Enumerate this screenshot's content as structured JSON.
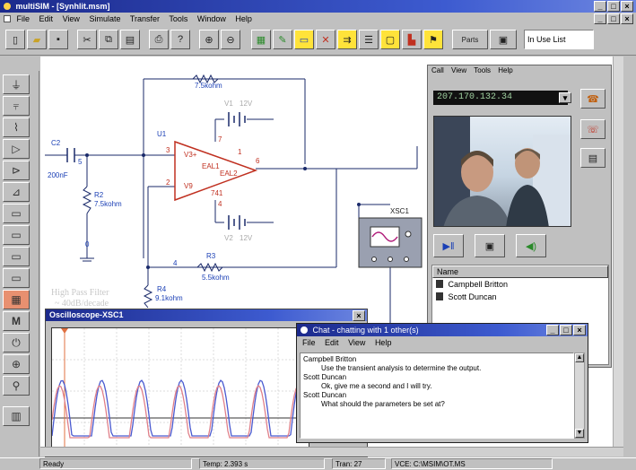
{
  "app": {
    "title": "multiSIM - [Synhlit.msm]",
    "menu": [
      "File",
      "Edit",
      "View",
      "Simulate",
      "Transfer",
      "Tools",
      "Window",
      "Help"
    ],
    "toolbar_parts_label": "Parts",
    "toolbar_in_use_label": "In Use List"
  },
  "circuit": {
    "labels": {
      "r_top": "7.5kohm",
      "c2": "C2",
      "c2_val": "200nF",
      "node5": "5",
      "r2": "R2",
      "r2_val": "7.5kohm",
      "u1": "U1",
      "vplus": "V3+",
      "vminus": "V9",
      "op_name1": "EAL1",
      "op_name2": "EAL2",
      "op_model": "741",
      "pin3": "3",
      "pin2": "2",
      "pin7": "7",
      "pin4": "4",
      "pin6": "6",
      "pin1": "1",
      "v1": "V1",
      "v1_val": "12V",
      "v2": "V2",
      "v2_val": "12V",
      "r3": "R3",
      "r3_val": "5.5kohm",
      "r4": "R4",
      "r4_val": "9.1kohm",
      "node4": "4",
      "node0": "0",
      "xsc1": "XSC1",
      "hpf_title": "High Pass Filter",
      "hpf_sub": "~ 40dB/decade"
    }
  },
  "oscilloscope": {
    "title": "Oscilloscope-XSC1"
  },
  "video": {
    "menu": [
      "Call",
      "View",
      "Tools",
      "Help"
    ],
    "ip": "207.170.132.34",
    "name_header": "Name",
    "participants": [
      "Campbell Britton",
      "Scott Duncan"
    ]
  },
  "chat": {
    "title": "Chat - chatting with 1 other(s)",
    "menu": [
      "File",
      "Edit",
      "View",
      "Help"
    ],
    "messages": [
      {
        "name": "Campbell Britton",
        "text": "Use the transient analysis to determine the output."
      },
      {
        "name": "Scott Duncan",
        "text": "Ok, give me a second and I will try."
      },
      {
        "name": "Scott Duncan",
        "text": "What should the parameters be set at?"
      }
    ]
  },
  "status": {
    "ready": "Ready",
    "temp": "Temp: 2.393 s",
    "tran": "Tran: 27",
    "file": "VCE: C:\\MSIM\\OT.MS"
  }
}
